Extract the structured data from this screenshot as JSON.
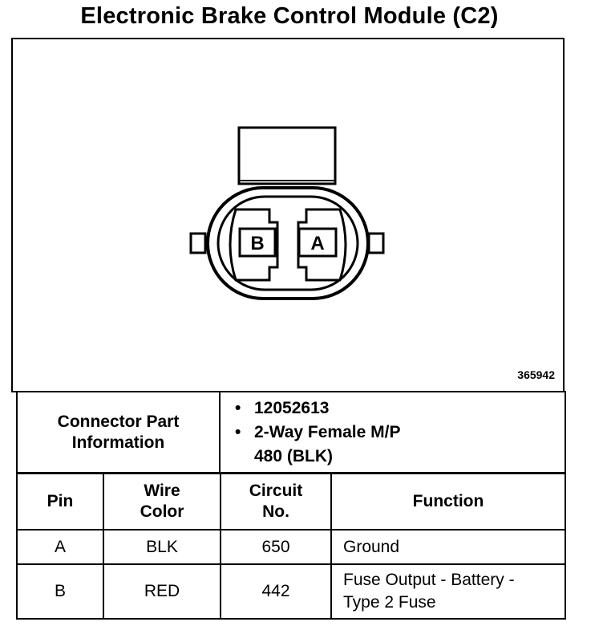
{
  "title": "Electronic Brake Control Module (C2)",
  "figure": {
    "number": "365942",
    "cavity_labels": [
      "B",
      "A"
    ]
  },
  "connector_info": {
    "label_line1": "Connector Part",
    "label_line2": "Information",
    "items": [
      {
        "line1": "12052613",
        "line2": ""
      },
      {
        "line1": "2-Way Female M/P",
        "line2": "480 (BLK)"
      }
    ],
    "bullet": "•"
  },
  "pin_table": {
    "headers": {
      "pin": "Pin",
      "wire_color_1": "Wire",
      "wire_color_2": "Color",
      "circuit_1": "Circuit",
      "circuit_2": "No.",
      "function": "Function"
    },
    "rows": [
      {
        "pin": "A",
        "wire_color": "BLK",
        "circuit": "650",
        "function_1": "Ground",
        "function_2": ""
      },
      {
        "pin": "B",
        "wire_color": "RED",
        "circuit": "442",
        "function_1": "Fuse Output - Battery -",
        "function_2": "Type 2 Fuse"
      }
    ]
  }
}
